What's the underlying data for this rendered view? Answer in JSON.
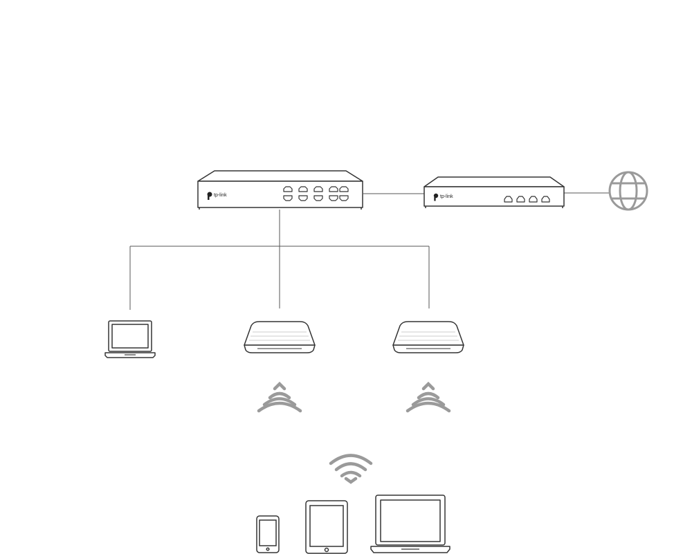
{
  "diagram": {
    "nodes": [
      {
        "id": "switch",
        "kind": "switch",
        "brand": "tp-link",
        "ports": 10
      },
      {
        "id": "router",
        "kind": "router",
        "brand": "tp-link",
        "ports": 4
      },
      {
        "id": "internet",
        "kind": "internet",
        "icon": "globe-icon"
      },
      {
        "id": "controller-pc",
        "kind": "laptop"
      },
      {
        "id": "ap-1",
        "kind": "access-point"
      },
      {
        "id": "ap-2",
        "kind": "access-point"
      },
      {
        "id": "phone",
        "kind": "smartphone"
      },
      {
        "id": "tablet",
        "kind": "tablet"
      },
      {
        "id": "client-laptop",
        "kind": "laptop"
      }
    ],
    "links": [
      {
        "from": "switch",
        "to": "router",
        "type": "wired"
      },
      {
        "from": "router",
        "to": "internet",
        "type": "wired"
      },
      {
        "from": "switch",
        "to": "controller-pc",
        "type": "wired"
      },
      {
        "from": "switch",
        "to": "ap-1",
        "type": "wired"
      },
      {
        "from": "switch",
        "to": "ap-2",
        "type": "wired"
      },
      {
        "from": "ap-1",
        "to": "clients",
        "type": "wireless"
      },
      {
        "from": "ap-2",
        "to": "clients",
        "type": "wireless"
      }
    ],
    "colors": {
      "line": "#555555",
      "device": "#333333",
      "wifi": "#9a9a9a",
      "globe": "#9a9a9a"
    }
  }
}
